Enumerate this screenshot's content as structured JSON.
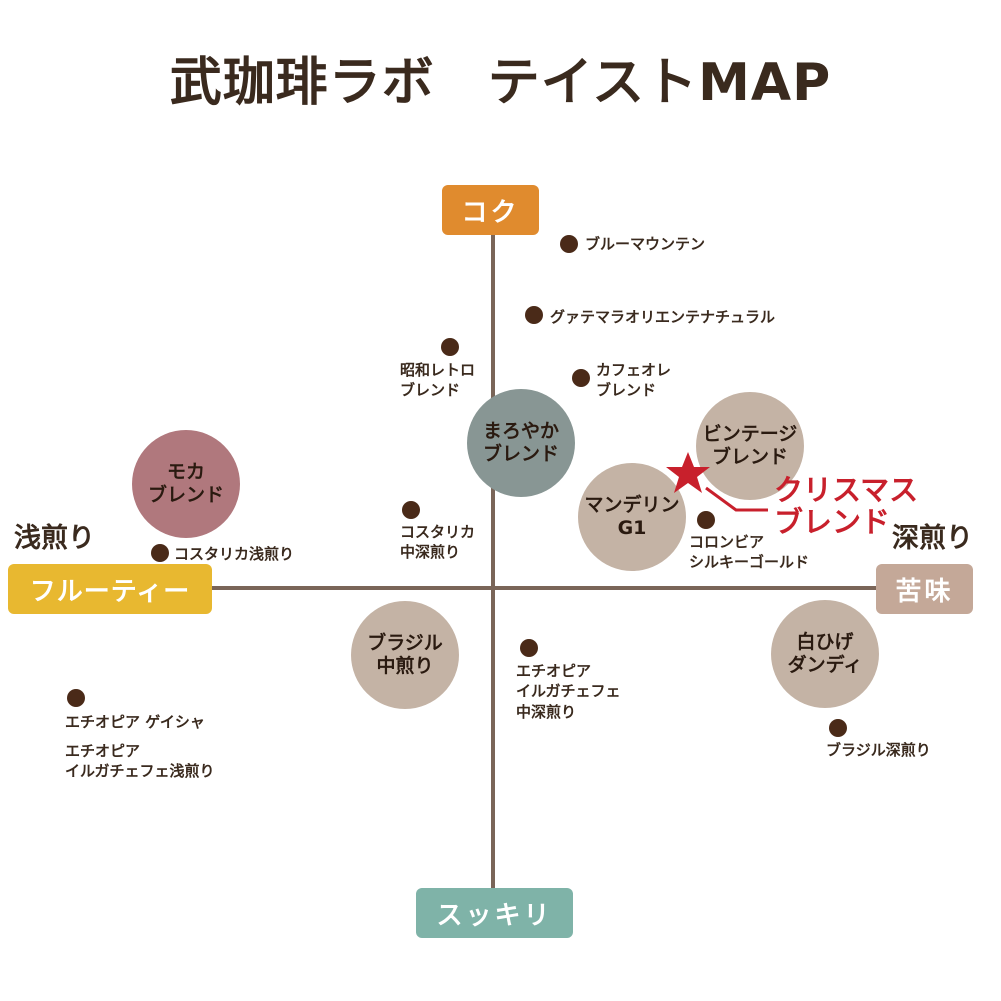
{
  "title": "武珈琲ラボ　テイストMAP",
  "axes": {
    "top": "コク",
    "bottom": "スッキリ",
    "left": "フルーティー",
    "right": "苦味",
    "left_roast": "浅煎り",
    "right_roast": "深煎り"
  },
  "colors": {
    "top": "#e08b2e",
    "bottom": "#7fb3a8",
    "left": "#e8b830",
    "right": "#c4a898",
    "highlight": "#c8202c"
  },
  "blends": [
    {
      "line1": "モカ",
      "line2": "ブレンド"
    },
    {
      "line1": "まろやか",
      "line2": "ブレンド"
    },
    {
      "line1": "ビンテージ",
      "line2": "ブレンド"
    },
    {
      "line1": "マンデリン",
      "line2": "G1"
    },
    {
      "line1": "ブラジル",
      "line2": "中煎り"
    },
    {
      "line1": "白ひげ",
      "line2": "ダンディ"
    }
  ],
  "beans": [
    {
      "line1": "ブルーマウンテン"
    },
    {
      "line1": "グァテマラオリエンテナチュラル"
    },
    {
      "line1": "昭和レトロ",
      "line2": "ブレンド"
    },
    {
      "line1": "カフェオレ",
      "line2": "ブレンド"
    },
    {
      "line1": "コスタリカ",
      "line2": "中深煎り"
    },
    {
      "line1": "コスタリカ浅煎り"
    },
    {
      "line1": "コロンビア",
      "line2": "シルキーゴールド"
    },
    {
      "line1": "エチオピア",
      "line2": "イルガチェフェ",
      "line3": "中深煎り"
    },
    {
      "line1": "エチオピア ゲイシャ"
    },
    {
      "line1": "エチオピア",
      "line2": "イルガチェフェ浅煎り"
    },
    {
      "line1": "ブラジル深煎り"
    }
  ],
  "featured": {
    "line1": "クリスマス",
    "line2": "ブレンド",
    "icon": "star-icon"
  }
}
